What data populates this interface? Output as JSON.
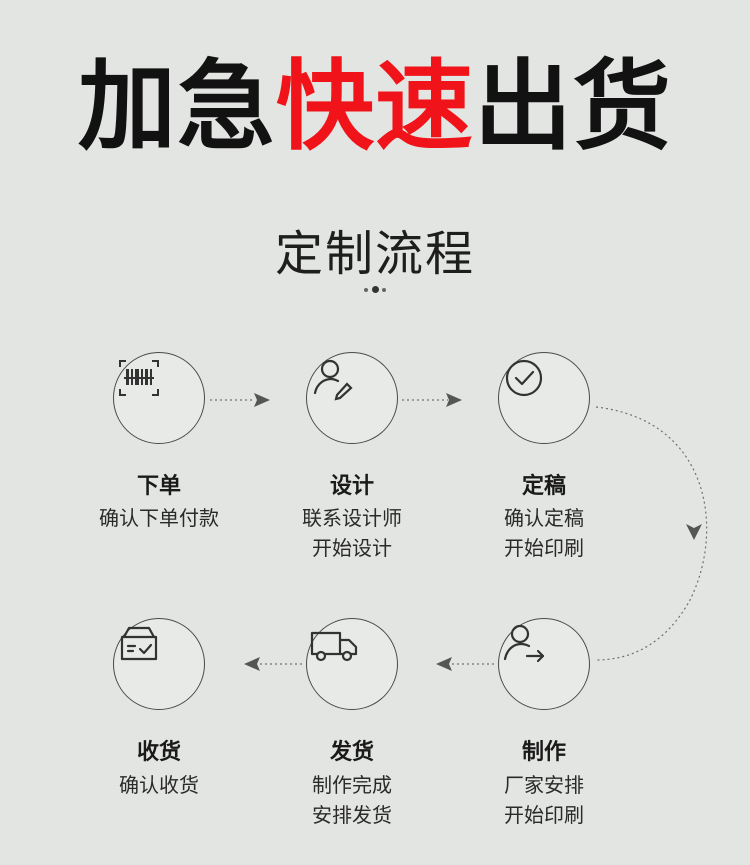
{
  "hero": {
    "part1": "加急",
    "accent": "快速",
    "part2": "出货"
  },
  "subtitle": "定制流程",
  "steps": [
    {
      "title": "下单",
      "lines": [
        "确认下单付款"
      ],
      "icon": "barcode-scan-icon"
    },
    {
      "title": "设计",
      "lines": [
        "联系设计师",
        "开始设计"
      ],
      "icon": "designer-icon"
    },
    {
      "title": "定稿",
      "lines": [
        "确认定稿",
        "开始印刷"
      ],
      "icon": "check-circle-icon"
    },
    {
      "title": "制作",
      "lines": [
        "厂家安排",
        "开始印刷"
      ],
      "icon": "user-transfer-icon"
    },
    {
      "title": "发货",
      "lines": [
        "制作完成",
        "安排发货"
      ],
      "icon": "delivery-truck-icon"
    },
    {
      "title": "收货",
      "lines": [
        "确认收货"
      ],
      "icon": "received-box-icon"
    }
  ],
  "colors": {
    "accent": "#f0141a",
    "text": "#121212",
    "background": "#e3e5e2",
    "line": "#6a6a6a"
  }
}
